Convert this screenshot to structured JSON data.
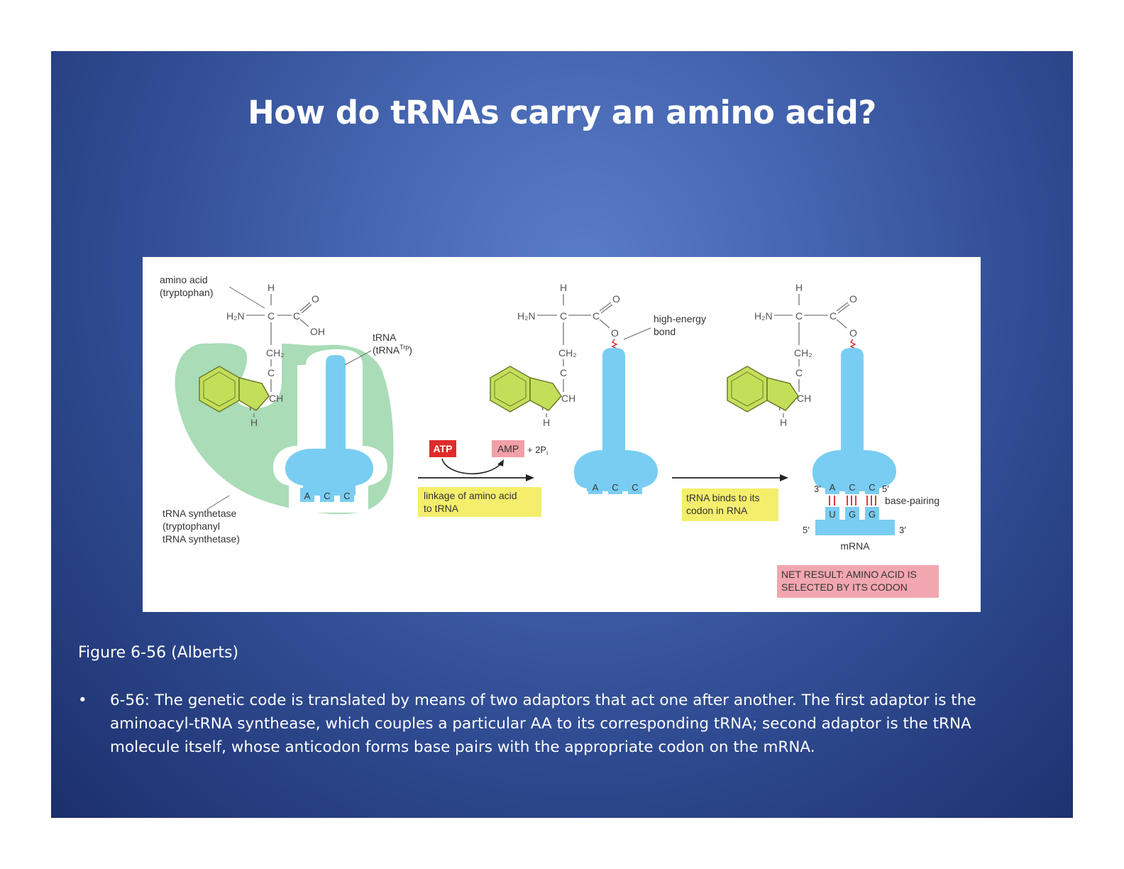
{
  "slide": {
    "title": "How do tRNAs carry an amino acid?",
    "caption": "Figure 6-56 (Alberts)",
    "bullets": [
      "6-56: The genetic code is translated by means of two adaptors that act one after another. The first adaptor is the aminoacyl-tRNA synthease, which couples a particular AA to its corresponding tRNA; second adaptor is the tRNA molecule itself, whose anticodon forms base pairs with the appropriate codon on the mRNA."
    ],
    "bullet_symbol": "•"
  },
  "figure": {
    "labels": {
      "amino_acid_1": "amino acid",
      "amino_acid_2": "(tryptophan)",
      "trna_1": "tRNA",
      "trna_2": "(tRNA",
      "trna_sup": "Trp",
      "trna_close": ")",
      "synthetase_1": "tRNA synthetase",
      "synthetase_2": "(tryptophanyl",
      "synthetase_3": "tRNA synthetase)",
      "high_energy_1": "high-energy",
      "high_energy_2": "bond",
      "atp": "ATP",
      "amp": "AMP",
      "plus_2pi": "+ 2P",
      "pi_sub": "i",
      "linkage_1": "linkage of amino acid",
      "linkage_2": "to tRNA",
      "binds_1": "tRNA binds to its",
      "binds_2": "codon in RNA",
      "base_pairing": "base-pairing",
      "mrna": "mRNA",
      "net_1": "NET RESULT: AMINO ACID IS",
      "net_2": "SELECTED BY ITS CODON",
      "five_prime": "5′",
      "three_prime": "3′"
    },
    "anticodon": [
      "A",
      "C",
      "C"
    ],
    "codon": [
      "U",
      "G",
      "G"
    ],
    "chem": {
      "h": "H",
      "h2n": "H₂N",
      "c": "C",
      "o": "O",
      "oh": "OH",
      "ch2": "CH₂",
      "ch": "CH",
      "n": "N"
    },
    "colors": {
      "trna_blue": "#79cdf2",
      "enzyme_green": "#a9dcb7",
      "ring_green": "#c3df5a",
      "atp_red": "#e02b2b",
      "amp_pink": "#f2a0a8",
      "note_yellow": "#f4ee6c",
      "net_pink": "#f2a7b0",
      "pair_red": "#d8232a"
    }
  }
}
